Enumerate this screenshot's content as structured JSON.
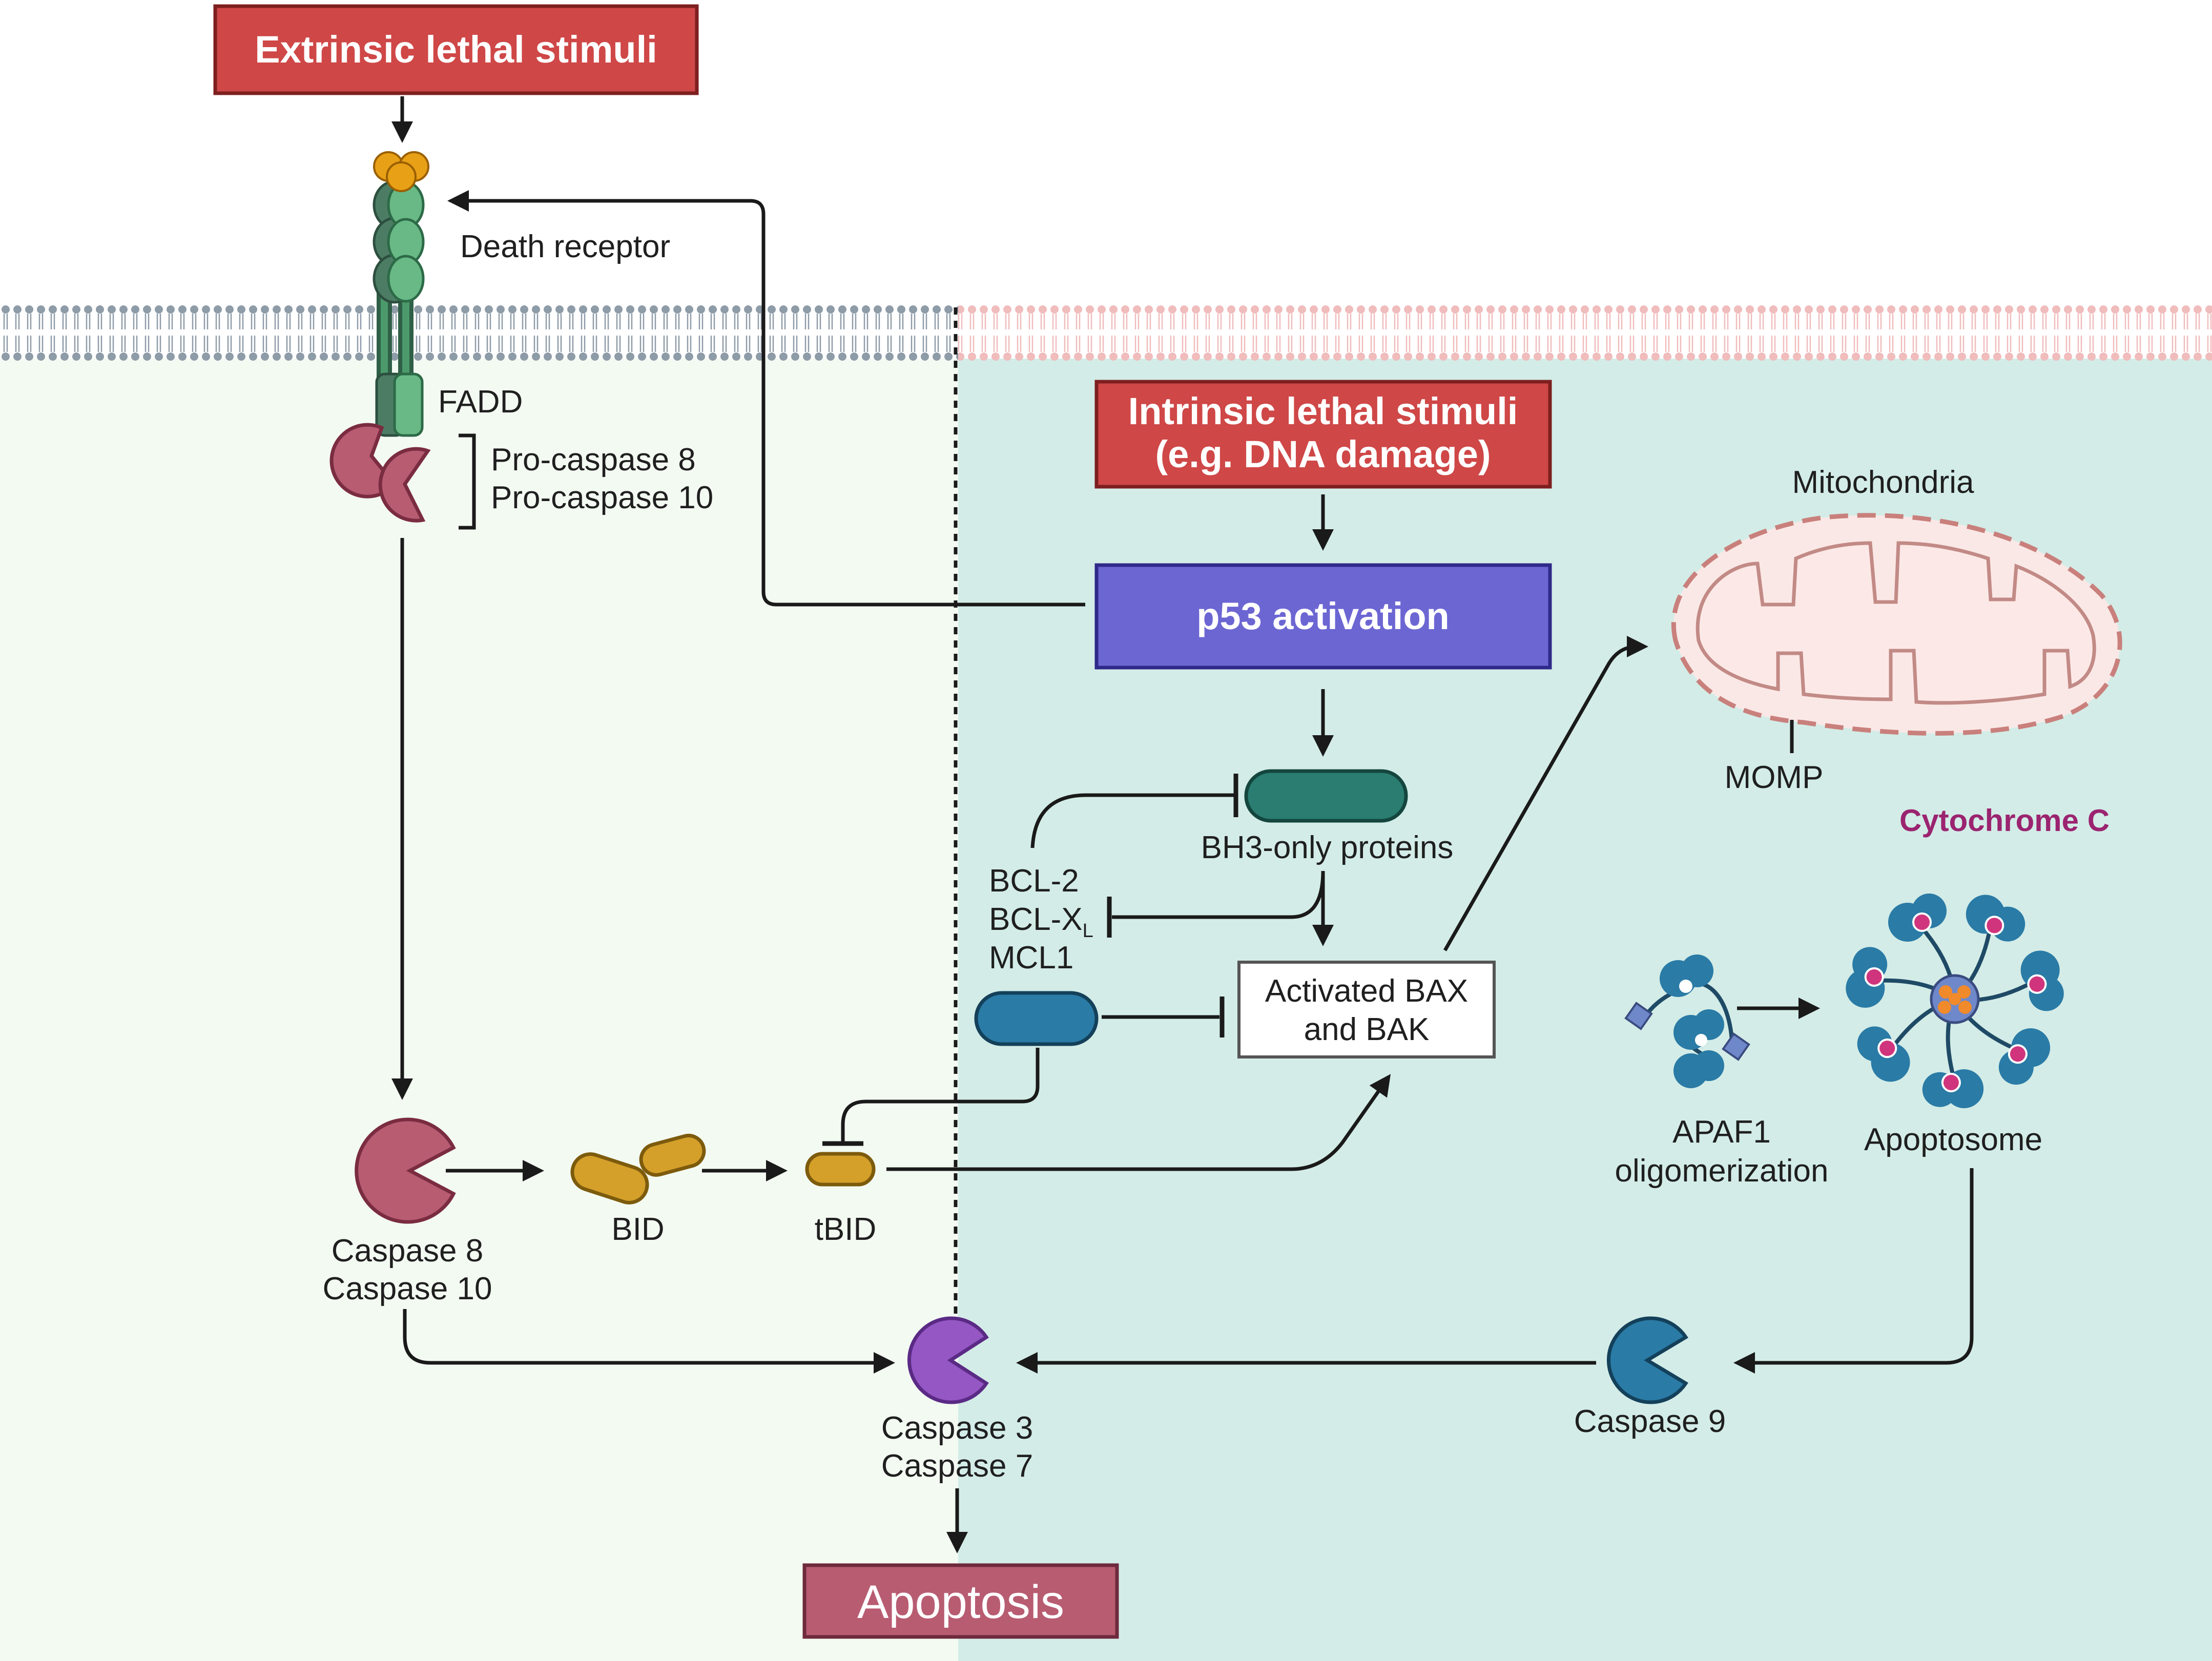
{
  "boxes": {
    "extrinsic": "Extrinsic lethal stimuli",
    "intrinsic_line1": "Intrinsic lethal stimuli",
    "intrinsic_line2": "(e.g. DNA damage)",
    "p53": "p53 activation",
    "bax_line1": "Activated BAX",
    "bax_line2": "and BAK",
    "apoptosis": "Apoptosis"
  },
  "labels": {
    "death_receptor": "Death receptor",
    "fadd": "FADD",
    "procaspase8": "Pro-caspase 8",
    "procaspase10": "Pro-caspase 10",
    "caspase8": "Caspase 8",
    "caspase10": "Caspase 10",
    "bid": "BID",
    "tbid": "tBID",
    "caspase3": "Caspase 3",
    "caspase7": "Caspase 7",
    "bh3": "BH3-only proteins",
    "bcl2": "BCL-2",
    "bclxl": "BCL-X",
    "bclxl_sub": "L",
    "mcl1": "MCL1",
    "mitochondria": "Mitochondria",
    "momp": "MOMP",
    "cytochrome_c": "Cytochrome C",
    "apaf1_line1": "APAF1",
    "apaf1_line2": "oligomerization",
    "apoptosome": "Apoptosome",
    "caspase9": "Caspase 9"
  },
  "colors": {
    "extrinsic_bg": "#f3faf2",
    "intrinsic_bg": "#d3ece7",
    "stimuli_box": "#cf4747",
    "p53_box": "#6c66d3",
    "apoptosis_box": "#b85c72",
    "caspase8": "#b85c72",
    "caspase3": "#9457c4",
    "caspase9": "#2a7ba6",
    "bid": "#d4a02a",
    "bh3": "#2a7d70",
    "mcl1": "#2a7ba6",
    "receptor": "#4c9a6b",
    "ligand": "#e8a016",
    "mitochondria_fill": "#fae8e6",
    "mitochondria_stroke": "#c9807c",
    "membrane_left": "#8e9ca8",
    "membrane_right": "#f0bcbc",
    "cytochrome_dot": "#d0347c"
  },
  "icons": [
    "death-receptor-icon",
    "ligand-icon",
    "procaspase-icon",
    "caspase8-icon",
    "bid-icon",
    "tbid-icon",
    "caspase3-icon",
    "bh3-protein-icon",
    "mcl1-protein-icon",
    "mitochondria-icon",
    "apaf1-icon",
    "apoptosome-icon",
    "caspase9-icon",
    "cell-membrane"
  ]
}
